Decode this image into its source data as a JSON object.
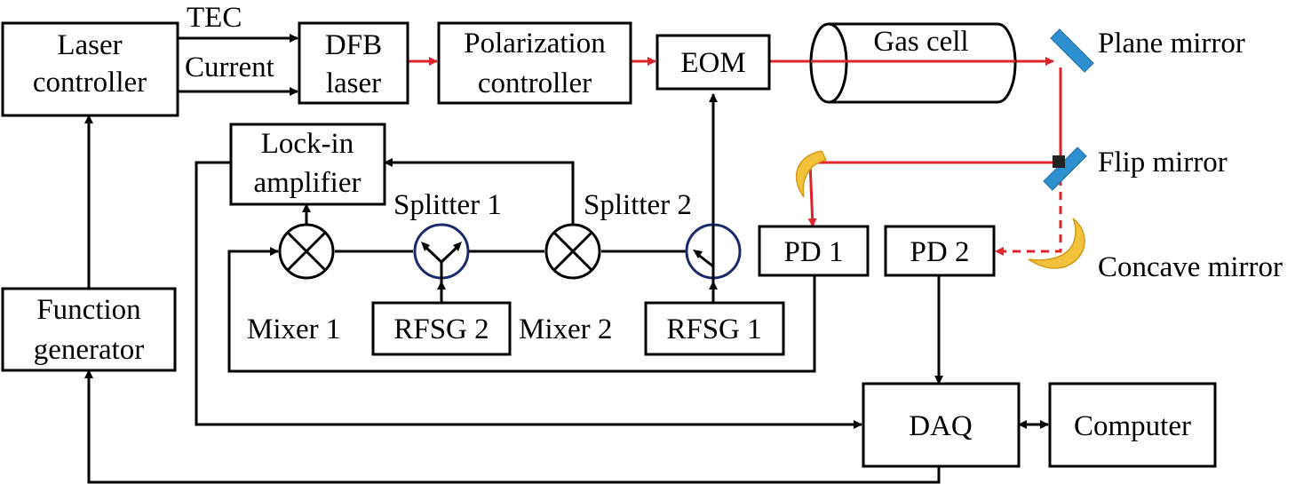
{
  "labels": {
    "laser_controller": [
      "Laser",
      "controller"
    ],
    "tec": "TEC",
    "current": "Current",
    "dfb_laser": [
      "DFB",
      "laser"
    ],
    "polarization_controller": [
      "Polarization",
      "controller"
    ],
    "eom": "EOM",
    "gas_cell": "Gas cell",
    "plane_mirror": "Plane mirror",
    "flip_mirror": "Flip mirror",
    "concave_mirror": "Concave mirror",
    "lock_in_amplifier": [
      "Lock-in",
      "amplifier"
    ],
    "splitter_1": "Splitter 1",
    "splitter_2": "Splitter 2",
    "mixer_1": "Mixer 1",
    "mixer_2": "Mixer 2",
    "rfsg_1": "RFSG 1",
    "rfsg_2": "RFSG 2",
    "pd_1": "PD 1",
    "pd_2": "PD 2",
    "function_generator": [
      "Function",
      "generator"
    ],
    "daq": "DAQ",
    "computer": "Computer"
  },
  "colors": {
    "laser_beam": "#e0242c",
    "mirror_fill": "#2e8fd0",
    "concave_fill": "#f2c23a",
    "line": "#000000"
  }
}
